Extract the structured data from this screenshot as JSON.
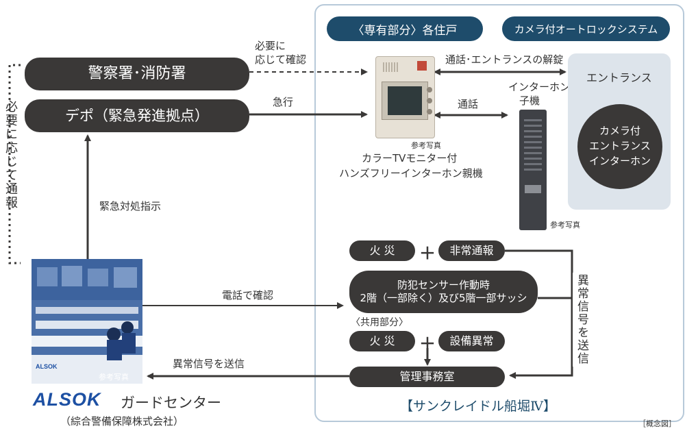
{
  "title_private": "〈専有部分〉各住戸",
  "title_camera_system": "カメラ付オートロックシステム",
  "police_fire": "警察署･消防署",
  "depot": "デポ（緊急発進拠点）",
  "side_vertical": "必要に応じて通報",
  "label_confirm_if_needed_1": "必要に",
  "label_confirm_if_needed_2": "応じて確認",
  "label_rush": "急行",
  "label_emergency_instruction": "緊急対処指示",
  "label_phone_confirm": "電話で確認",
  "label_send_abnormal_left": "異常信号を送信",
  "label_send_abnormal_vertical": "異常信号を送信",
  "label_call_unlock": "通話･エントランスの解錠",
  "label_call": "通話",
  "label_subunit_1": "インターホン",
  "label_subunit_2": "子機",
  "label_ref_photo": "参考写真",
  "monitor_caption_1": "カラーTVモニター付",
  "monitor_caption_2": "ハンズフリーインターホン親機",
  "entrance_title": "エントランス",
  "entrance_circle_1": "カメラ付",
  "entrance_circle_2": "エントランス",
  "entrance_circle_3": "インターホン",
  "fire_1": "火 災",
  "emergency_report": "非常通報",
  "crime_sensor_1": "防犯センサー作動時",
  "crime_sensor_2": "2階（一部除く）及び5階一部サッシ",
  "common_area": "〈共用部分〉",
  "fire_2": "火 災",
  "equipment_abnormal": "設備異常",
  "management_office": "管理事務室",
  "plus": "＋",
  "brand_logo": "ALSOK",
  "guard_center": "ガードセンター",
  "company": "（綜合警備保障株式会社）",
  "property_name": "【サンクレイドル船堀Ⅳ】",
  "concept": "［概念図］",
  "colors": {
    "pill": "#3a3837",
    "navy": "#1e4c6b",
    "panel_border": "#b7c9d9",
    "entrance_bg": "#dde4eb",
    "logo": "#1d50a3"
  }
}
